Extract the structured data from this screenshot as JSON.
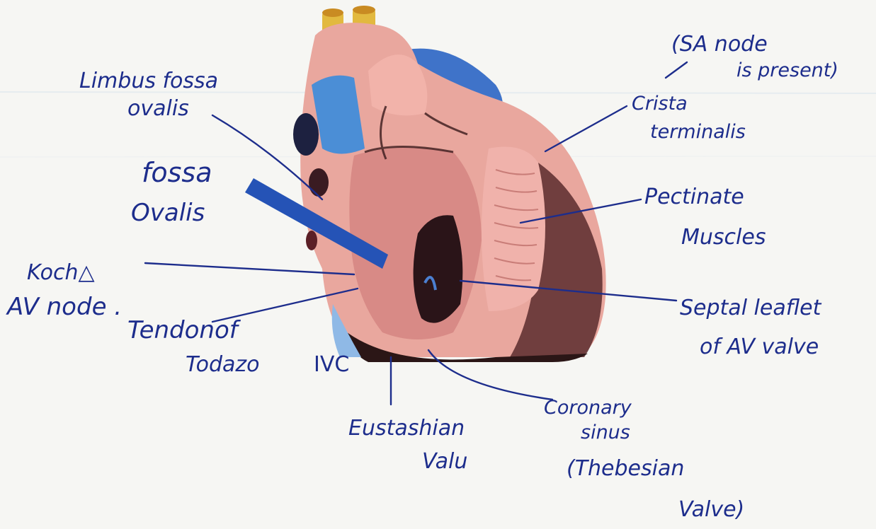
{
  "colors": {
    "ink": "#1d2d8c",
    "arrow": "#2553b6",
    "heart_pink": "#e9a79e",
    "heart_shadow": "#5a2b2d",
    "vessel_blue": "#3f73c9",
    "vessel_yellow": "#e2b93f",
    "paper": "#f6f6f3"
  },
  "labels": {
    "limbus": [
      "Limbus fossa",
      "ovalis"
    ],
    "fossa": [
      "fossa",
      "Ovalis"
    ],
    "koch": [
      "Koch△",
      "AV node ."
    ],
    "todaro": [
      "Tendonof",
      "Todazo"
    ],
    "ivc": "IVC",
    "eustachian": [
      "Eustashian",
      "Valu"
    ],
    "coronary": [
      "Coronary",
      "sinus",
      "(Thebesian",
      "Valve)"
    ],
    "sa_node": [
      "(SA node",
      "is present)"
    ],
    "crista": [
      "Crista",
      "terminalis"
    ],
    "pectinate": [
      "Pectinate",
      "Muscles"
    ],
    "septal": [
      "Septal leaflet",
      "of AV valve"
    ]
  },
  "icons": {
    "fossa_pointer": "blue-arrow-icon",
    "heart_specimen": "heart-illustration-icon"
  }
}
